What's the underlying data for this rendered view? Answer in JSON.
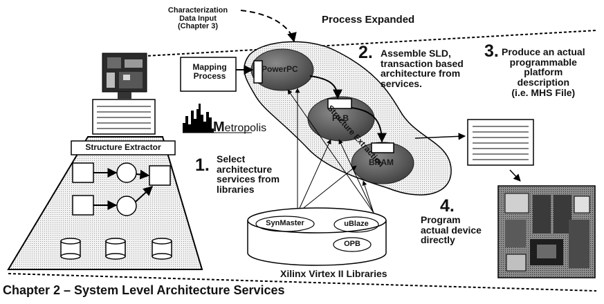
{
  "chart_data": {
    "type": "diagram",
    "title": "Process Expanded",
    "annotation": "Characterization\nData Input\n(Chapter 3)",
    "footer": "Chapter 2 – System Level Architecture Services",
    "left_pyramid": {
      "label": "Structure Extractor"
    },
    "metropolis_logo": "etropolis",
    "mapping_process": "Mapping\nProcess",
    "process_nodes": [
      "PowerPC",
      "PLB",
      "BRAM"
    ],
    "structure_extraction_label": "Structure Extraction",
    "library": {
      "name": "Xilinx Virtex II Libraries",
      "items": [
        "SynMaster",
        "uBlaze",
        "OPB"
      ]
    },
    "steps": [
      {
        "number": "1.",
        "text": "Select\narchitecture\nservices from\nlibraries"
      },
      {
        "number": "2.",
        "text": "Assemble SLD,\ntransaction based\narchitecture from\nservices."
      },
      {
        "number": "3.",
        "text": "Produce an actual\nprogrammable\nplatform\ndescription\n(i.e. MHS File)"
      },
      {
        "number": "4.",
        "text": "Program\nactual device\ndirectly"
      }
    ]
  }
}
